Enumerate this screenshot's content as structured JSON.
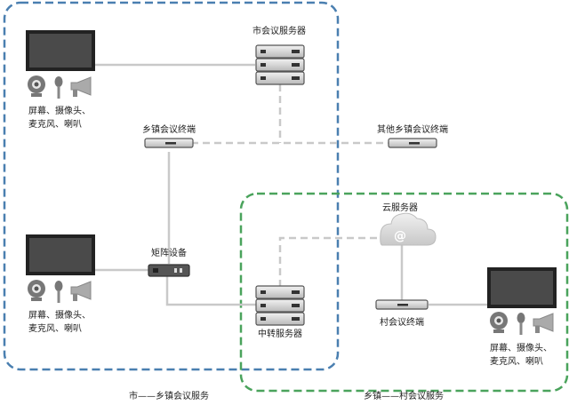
{
  "labels": {
    "city_server": "市会议服务器",
    "town_terminal": "乡镇会议终端",
    "other_terminals": "其他乡镇会议终端",
    "matrix": "矩阵设备",
    "cloud_server": "云服务器",
    "relay_server": "中转服务器",
    "village_terminal": "村会议终端",
    "zone_city": "市——乡镇会议服务",
    "zone_town": "乡镇——村会议服务"
  },
  "devices_caption": {
    "line1": "屏幕、摄像头、",
    "line2": "麦克风、喇叭"
  },
  "cloud_symbol": "@",
  "colors": {
    "zone_city": "#4a7fb0",
    "zone_town": "#4aa35c",
    "link": "#c9c9c9"
  }
}
